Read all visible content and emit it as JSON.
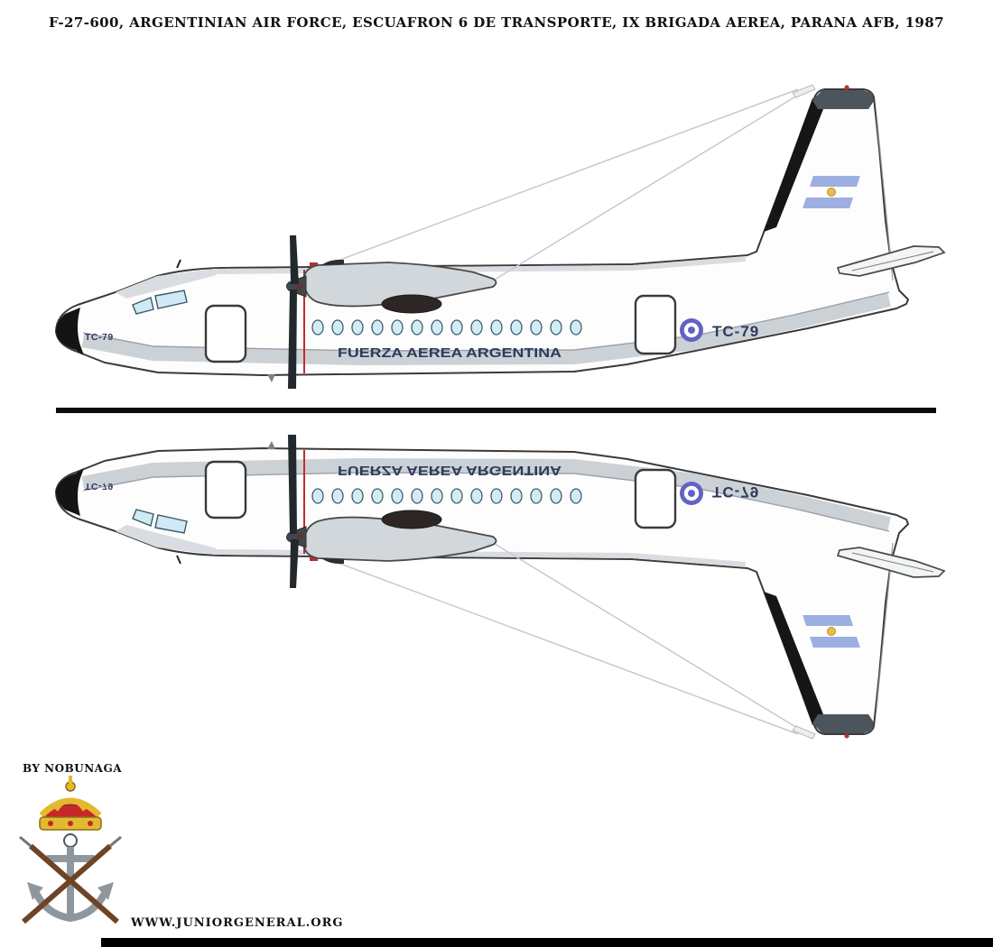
{
  "header": {
    "title": "F-27-600, ARGENTINIAN AIR FORCE, ESCUAFRON 6 DE TRANSPORTE, IX BRIGADA AEREA, PARANA AFB, 1987"
  },
  "aircraft": {
    "fuselage_title": "FUERZA AEREA ARGENTINA",
    "tail_code": "TC-79",
    "nose_code": "TC-79",
    "roundel_icon": "argentina-roundel",
    "fin_flag_icon": "argentina-flag"
  },
  "footer": {
    "credit": "BY NOBUNAGA",
    "website": "WWW.JUNIORGENERAL.ORG"
  },
  "colors": {
    "roundel_blue": "#6262c6",
    "flag_blue": "#9cafe0",
    "sun_yellow": "#e7bf43",
    "marking_navy": "#2e3a5c",
    "divider_black": "#0b0b0b"
  }
}
